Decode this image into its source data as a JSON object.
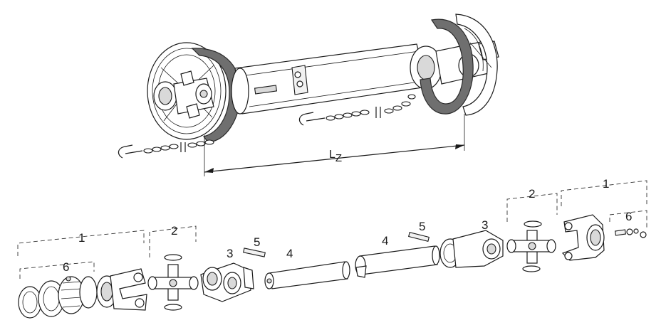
{
  "diagram": {
    "dimension_label": "LZ",
    "dimension_main": "L",
    "dimension_sub": "Z",
    "part_labels": {
      "left_yoke_group": "1",
      "left_cross_group": "2",
      "left_ring_group": "6",
      "left_tube_yoke": "3",
      "left_pin": "5",
      "inner_tube": "4",
      "outer_tube": "4",
      "right_pin": "5",
      "right_tube_yoke": "3",
      "right_cross_group": "2",
      "right_yoke_group": "1",
      "right_ring_group": "6"
    }
  }
}
